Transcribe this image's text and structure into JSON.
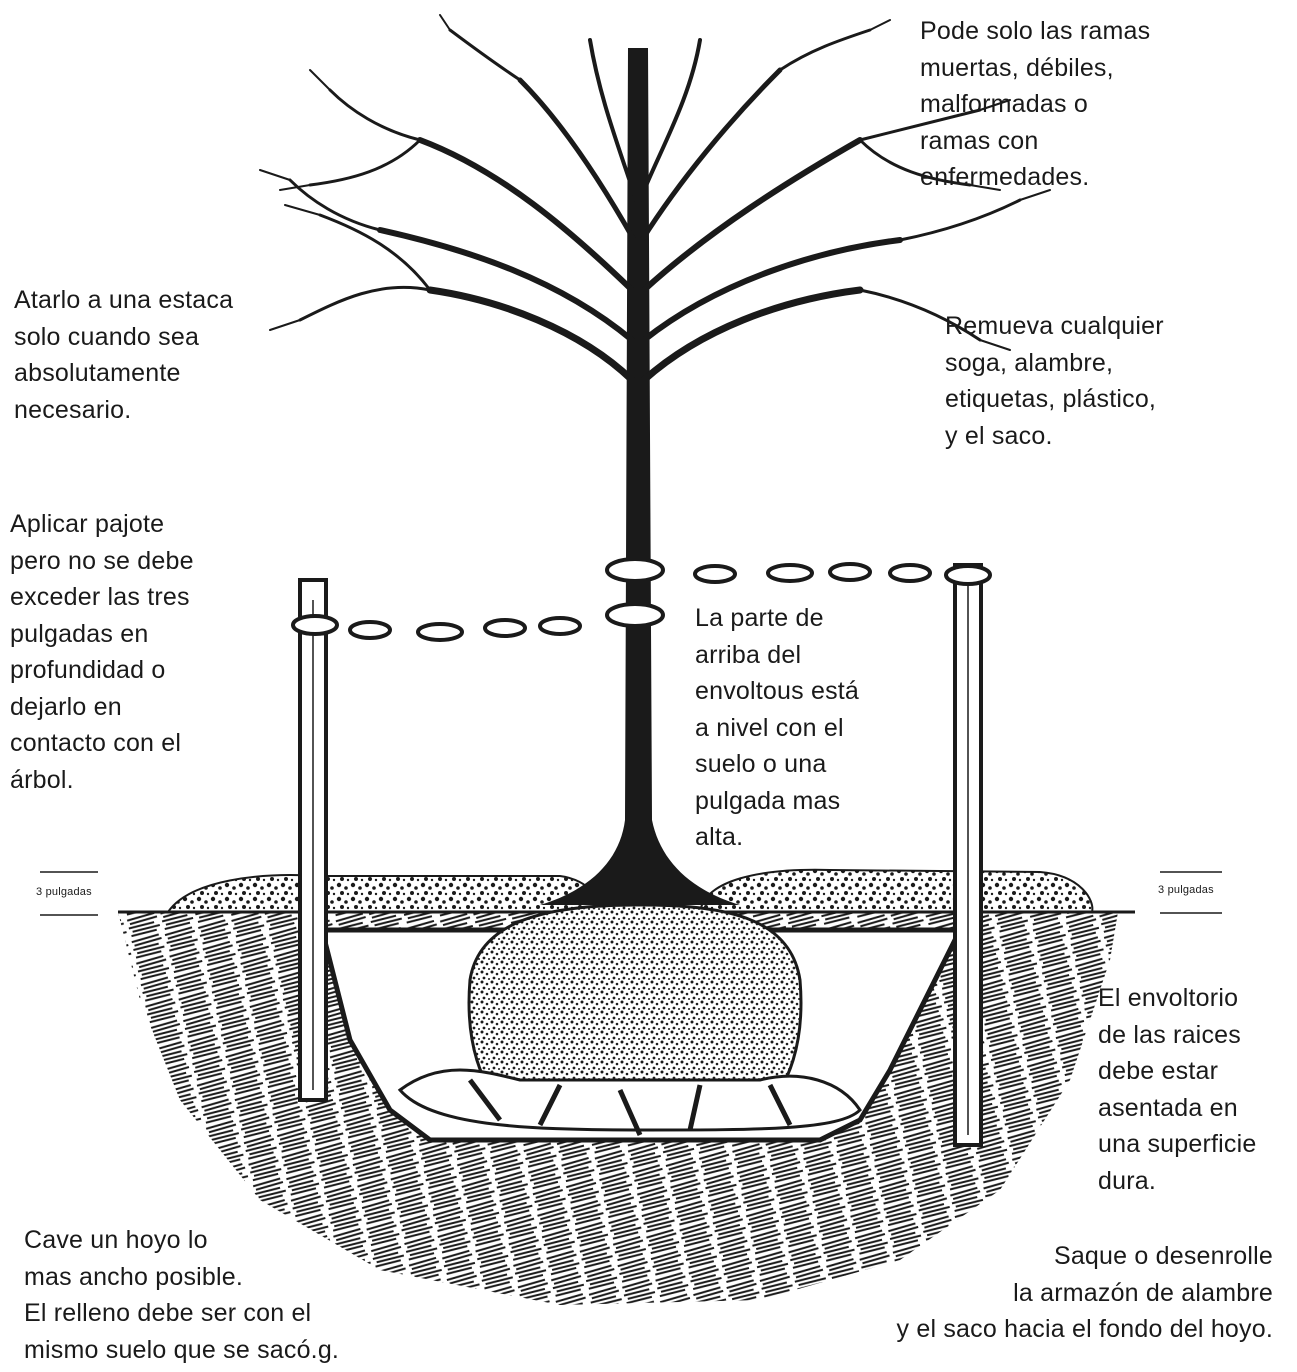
{
  "labels": {
    "prune": "Pode solo las ramas\nmuertas, débiles,\nmalformadas o\nramas con\nenfermedades.",
    "stake": "Atarlo a una estaca\nsolo cuando sea\nabsolutamente\nnecesario.",
    "remove": "Remueva cualquier\nsoga, alambre,\netiquetas, plástico,\ny el saco.",
    "mulch": "Aplicar pajote\npero no se debe\nexceder las tres\npulgadas en\nprofundidad o\ndejarlo en\ncontacto con el\nárbol.",
    "top_level": "La parte de\narriba del\nenvoltous está\na nivel con el\nsuelo o una\npulgada mas\nalta.",
    "depth_left": "3 pulgadas",
    "depth_right": "3 pulgadas",
    "rootball": "El envoltorio\nde las raices\ndebe estar\nasentada en\nuna superficie\ndura.",
    "dig": "Cave un hoyo lo\nmas ancho posible.\nEl relleno debe ser con el\nmismo suelo que se sacó.g.",
    "unwrap": "Saque o desenrolle\nla armazón de alambre\ny el saco hacia el fondo del hoyo."
  },
  "colors": {
    "ink": "#1a1a1a",
    "paper": "#ffffff"
  }
}
